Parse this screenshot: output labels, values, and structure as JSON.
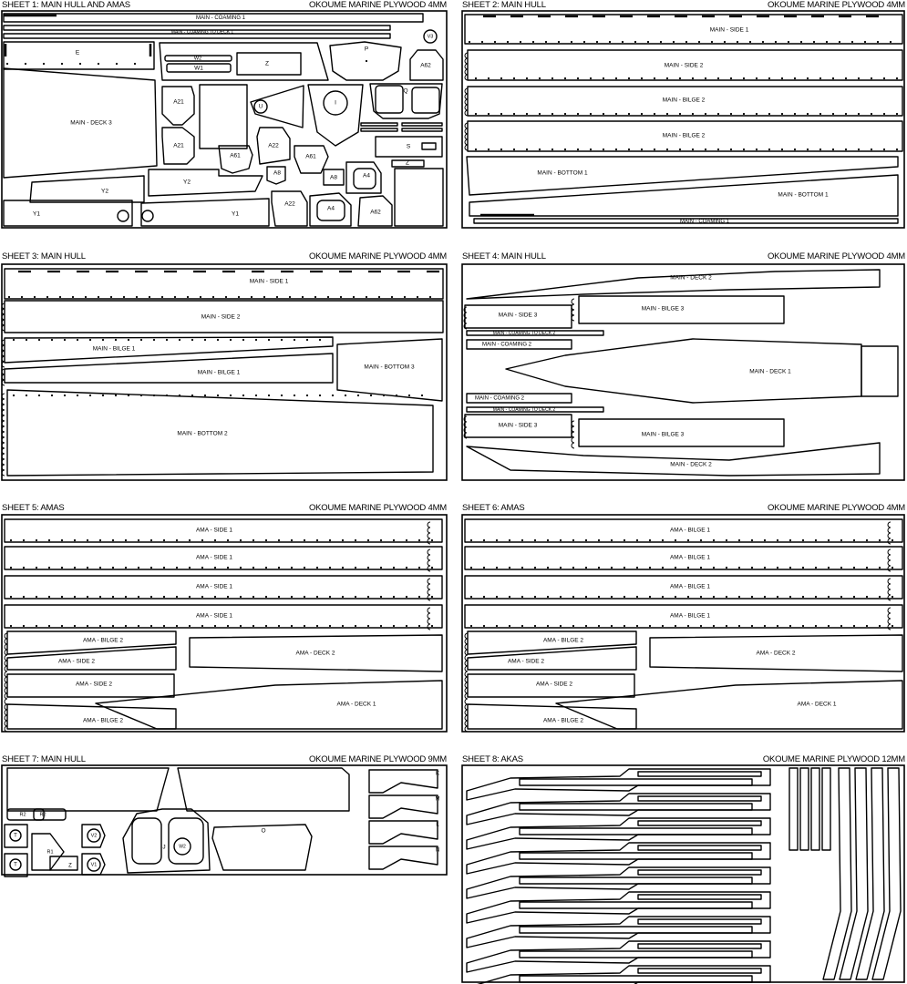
{
  "sheets": [
    {
      "title": "SHEET 1: MAIN HULL AND AMAS",
      "material": "OKOUME MARINE PLYWOOD 4MM",
      "labels": [
        "MAIN - COAMING 1",
        "MAIN - COAMING TO DECK 1",
        "E",
        "W2",
        "W1",
        "Z",
        "P",
        "V3",
        "A62",
        "MAIN - DECK 3",
        "A21",
        "A21",
        "U",
        "I",
        "Q",
        "A22",
        "A61",
        "A61",
        "A8",
        "A8",
        "A4",
        "A4",
        "S",
        "Z",
        "Y2",
        "Y2",
        "Y1",
        "Y1",
        "A22",
        "A62"
      ]
    },
    {
      "title": "SHEET 2: MAIN HULL",
      "material": "OKOUME MARINE PLYWOOD 4MM",
      "labels": [
        "MAIN - SIDE 1",
        "MAIN - SIDE 2",
        "MAIN - BILGE 2",
        "MAIN - BILGE 2",
        "MAIN - BOTTOM 1",
        "MAIN - BOTTOM 1",
        "MAIN - COAMING 1"
      ]
    },
    {
      "title": "SHEET 3: MAIN HULL",
      "material": "OKOUME MARINE PLYWOOD 4MM",
      "labels": [
        "MAIN - SIDE 1",
        "MAIN - SIDE 2",
        "MAIN - BILGE 1",
        "MAIN - BILGE 1",
        "MAIN - BOTTOM 3",
        "MAIN - BOTTOM 2"
      ]
    },
    {
      "title": "SHEET 4: MAIN HULL",
      "material": "OKOUME MARINE PLYWOOD 4MM",
      "labels": [
        "MAIN - DECK 2",
        "MAIN - SIDE 3",
        "MAIN - BILGE 3",
        "MAIN - COAMING TO DECK 2",
        "MAIN - COAMING 2",
        "MAIN - DECK 1",
        "MAIN - COAMING 2",
        "MAIN - COAMING TO DECK 2",
        "MAIN - SIDE 3",
        "MAIN - BILGE 3",
        "MAIN - DECK 2"
      ]
    },
    {
      "title": "SHEET 5: AMAS",
      "material": "OKOUME MARINE PLYWOOD 4MM",
      "labels": [
        "AMA - SIDE 1",
        "AMA - SIDE 1",
        "AMA - SIDE 1",
        "AMA - SIDE 1",
        "AMA - BILGE 2",
        "AMA - SIDE 2",
        "AMA - SIDE 2",
        "AMA - BILGE 2",
        "AMA - DECK 2",
        "AMA - DECK 1"
      ]
    },
    {
      "title": "SHEET 6: AMAS",
      "material": "OKOUME MARINE PLYWOOD 4MM",
      "labels": [
        "AMA - BILGE 1",
        "AMA - BILGE 1",
        "AMA - BILGE 1",
        "AMA - BILGE 1",
        "AMA - BILGE 2",
        "AMA - SIDE 2",
        "AMA - SIDE 2",
        "AMA - BILGE 2",
        "AMA - DECK 2",
        "AMA - DECK 1"
      ]
    },
    {
      "title": "SHEET 7: MAIN HULL",
      "material": "OKOUME MARINE PLYWOOD 9MM",
      "labels": [
        "R2",
        "R2",
        "T",
        "T",
        "R1",
        "V2",
        "V1",
        "Z",
        "J",
        "W2",
        "O",
        "K",
        "M",
        "L",
        "N"
      ]
    },
    {
      "title": "SHEET 8: AKAS",
      "material": "OKOUME MARINE PLYWOOD 12MM",
      "labels": []
    }
  ]
}
